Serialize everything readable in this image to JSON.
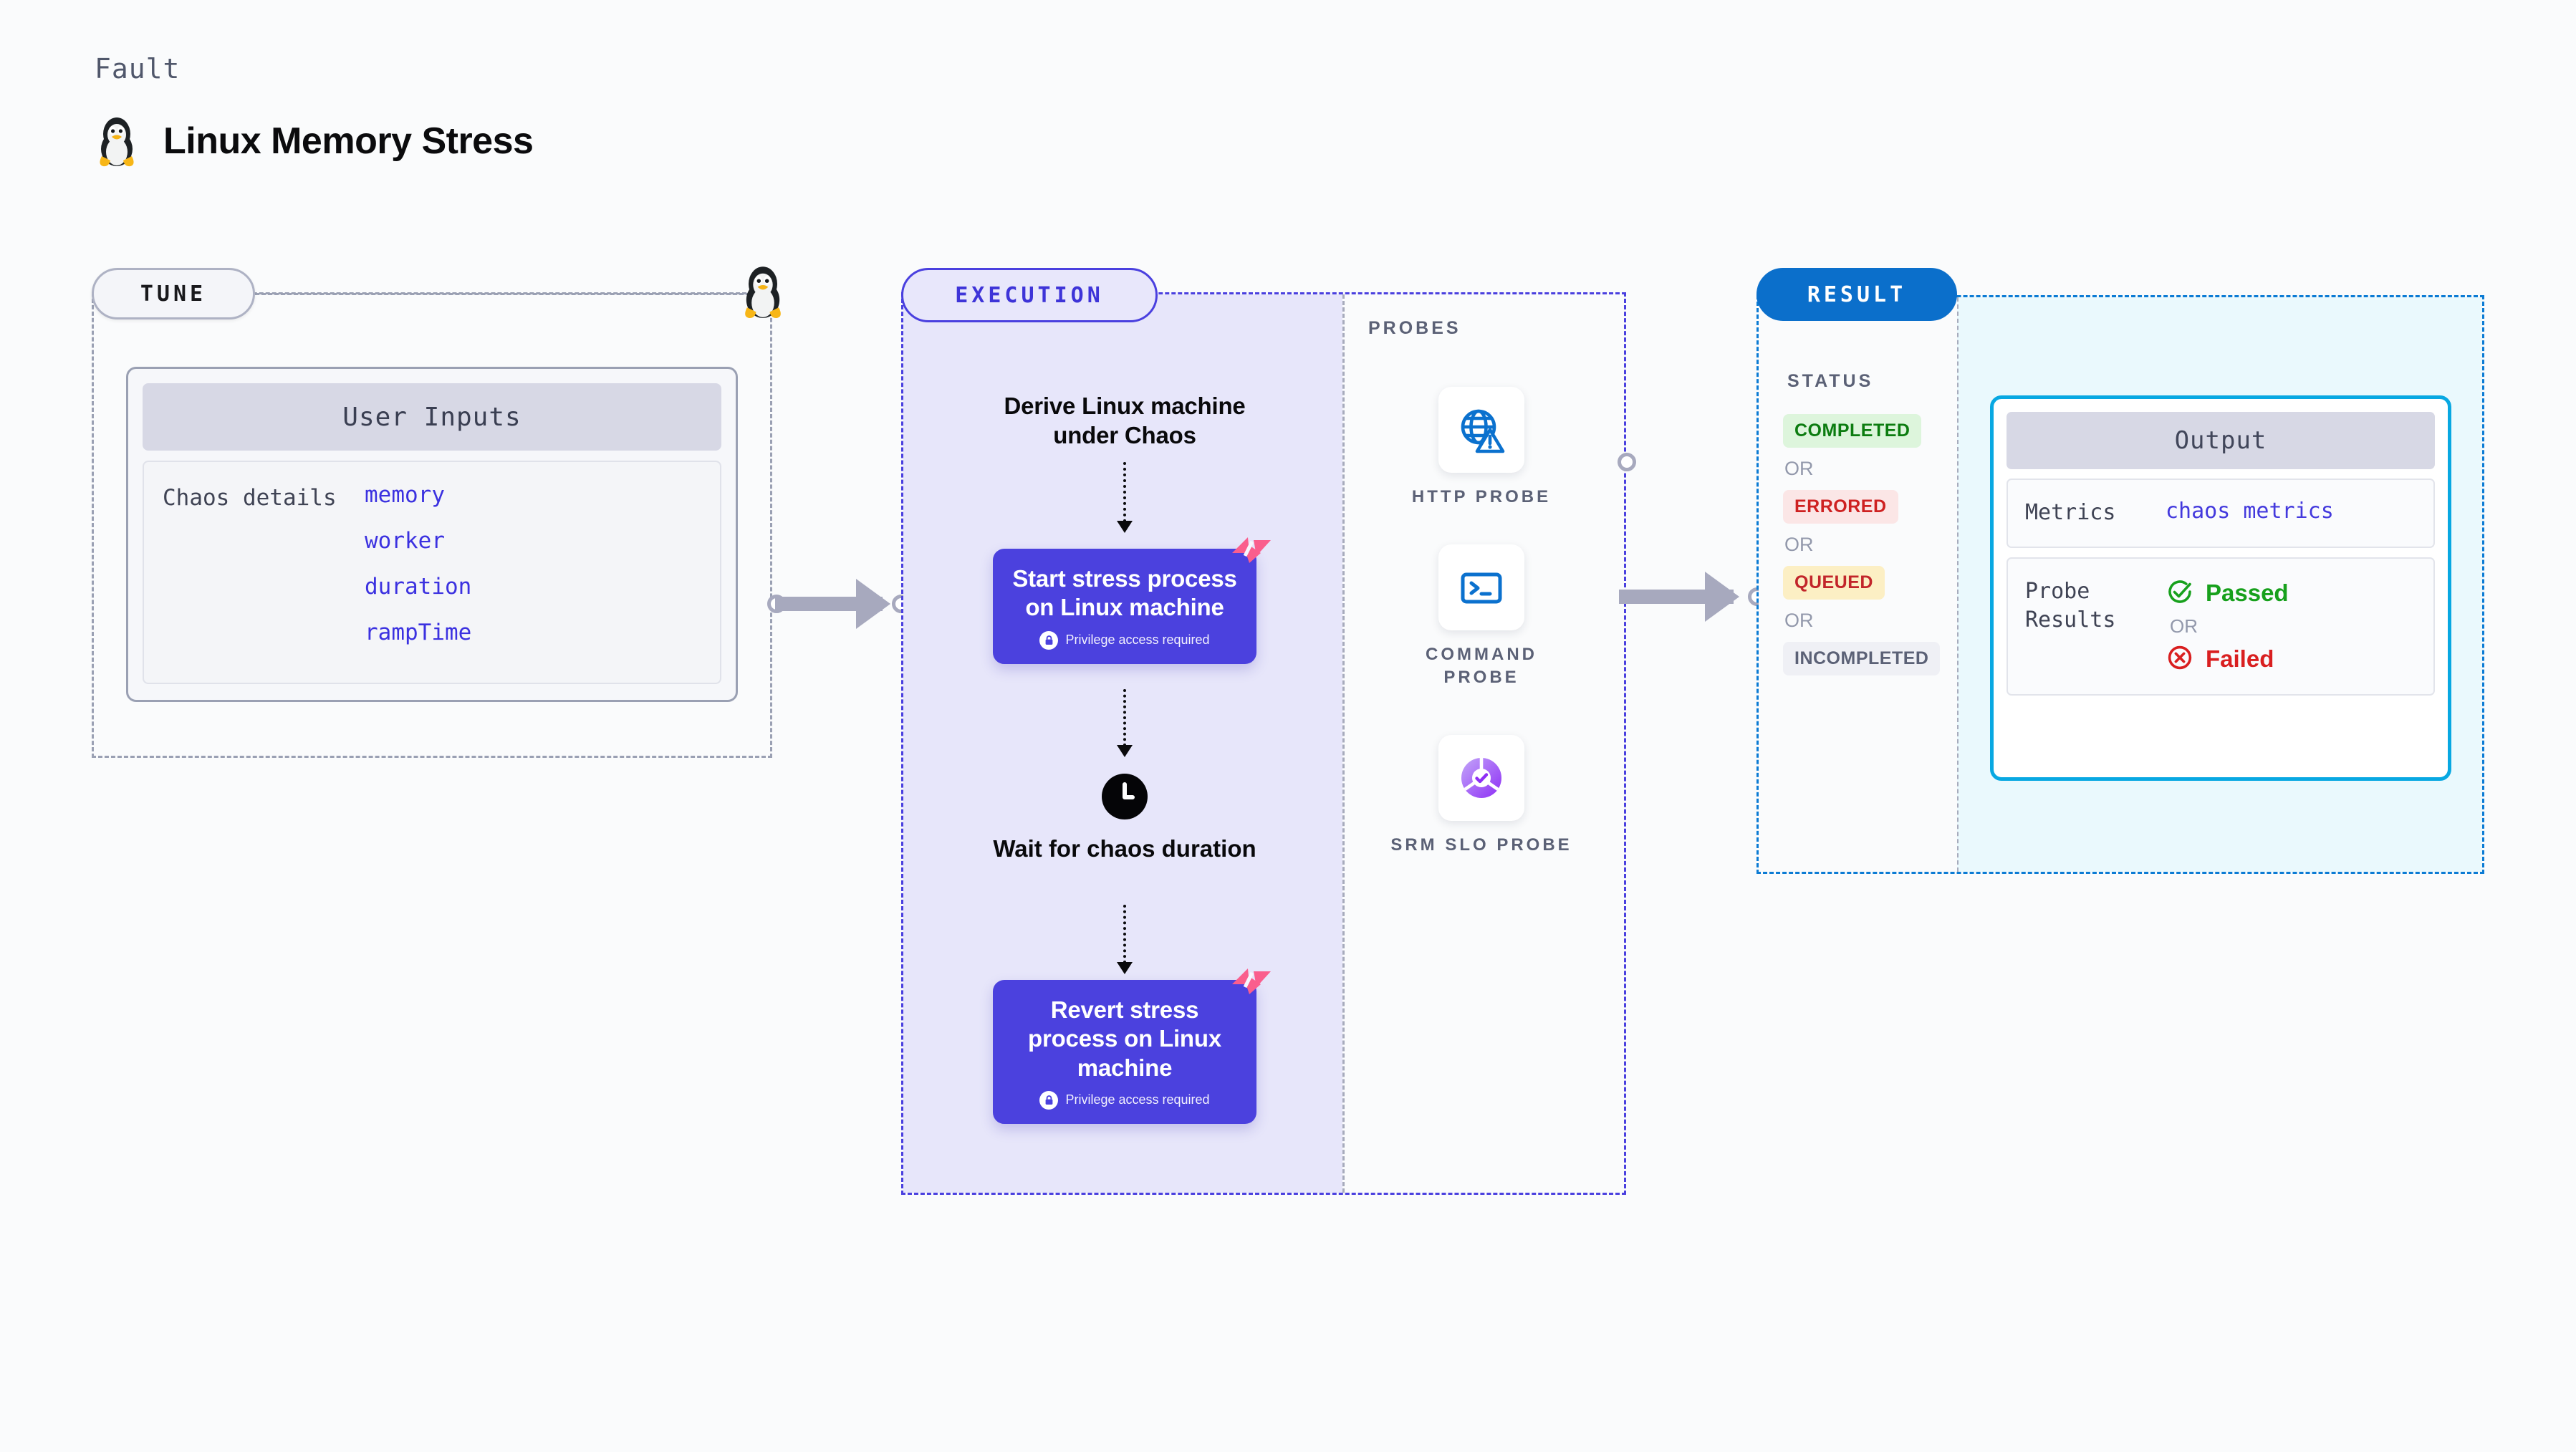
{
  "header": {
    "eyebrow": "Fault",
    "title": "Linux Memory Stress",
    "icon": "linux-tux-icon"
  },
  "tune": {
    "badge": "TUNE",
    "icon": "linux-tux-icon",
    "card": {
      "header": "User Inputs",
      "key": "Chaos details",
      "values": [
        "memory",
        "worker",
        "duration",
        "rampTime"
      ]
    }
  },
  "execution": {
    "badge": "EXECUTION",
    "steps": [
      {
        "type": "text",
        "label": "Derive Linux machine under Chaos"
      },
      {
        "type": "node",
        "label": "Start stress process on Linux machine",
        "note": "Privilege access required",
        "badge": "harness-logo-icon",
        "lock": "lock-icon"
      },
      {
        "type": "wait",
        "icon": "clock-icon",
        "label": "Wait for chaos duration"
      },
      {
        "type": "node",
        "label": "Revert stress process on Linux machine",
        "note": "Privilege access required",
        "badge": "harness-logo-icon",
        "lock": "lock-icon"
      }
    ]
  },
  "probes": {
    "label": "PROBES",
    "items": [
      {
        "name": "HTTP  PROBE",
        "icon": "globe-warning-icon"
      },
      {
        "name": "COMMAND PROBE",
        "icon": "terminal-icon"
      },
      {
        "name": "SRM SLO PROBE",
        "icon": "slo-donut-check-icon"
      }
    ]
  },
  "result": {
    "badge": "RESULT",
    "status_label": "STATUS",
    "or_label": "OR",
    "statuses": [
      {
        "label": "COMPLETED",
        "bg": "#DDF5DC",
        "fg": "#0C7C10"
      },
      {
        "label": "ERRORED",
        "bg": "#FBE6E6",
        "fg": "#CE2121"
      },
      {
        "label": "QUEUED",
        "bg": "#FCEFC4",
        "fg": "#C2252A"
      },
      {
        "label": "INCOMPLETED",
        "bg": "#EFF0F5",
        "fg": "#5B6176"
      }
    ],
    "output": {
      "header": "Output",
      "metrics_key": "Metrics",
      "metrics_value": "chaos metrics",
      "probe_key": "Probe Results",
      "passed": "Passed",
      "failed": "Failed",
      "or_label": "OR",
      "passed_icon": "check-circle-icon",
      "failed_icon": "x-circle-icon"
    }
  },
  "colors": {
    "accent_purple": "#4B41DE",
    "accent_blue": "#0B6FCB",
    "accent_cyan": "#08A8E2",
    "harness_pink": "#FA5E8D",
    "exec_fill": "#E7E6FA",
    "result_fill": "#EAF9FD",
    "page_bg": "#FAFBFC"
  }
}
